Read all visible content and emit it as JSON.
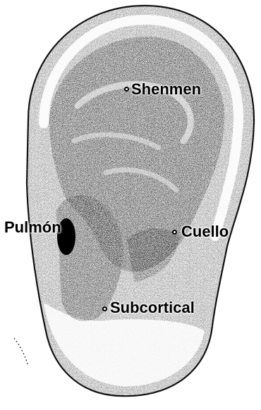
{
  "points": {
    "shenmen": "Shenmen",
    "pulmon": "Pulmón",
    "cuello": "Cuello",
    "subcortical": "Subcortical"
  },
  "colors": {
    "ink": "#000000",
    "paper": "#ffffff"
  },
  "icons": {
    "point_marker": "circle-outline",
    "figure": "human-ear-illustration"
  }
}
